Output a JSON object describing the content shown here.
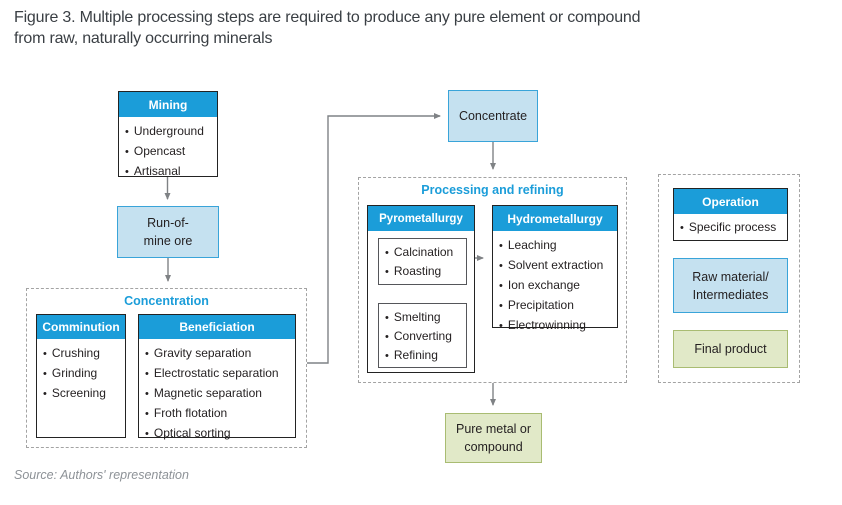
{
  "figure": {
    "title_line1": "Figure 3. Multiple processing steps are required to produce any pure element or compound",
    "title_line2": "from raw, naturally occurring minerals",
    "source": "Source: Authors' representation"
  },
  "colors": {
    "header_blue": "#1b9dd9",
    "light_blue_fill": "#c5e1f0",
    "light_blue_border": "#39a4d9",
    "green_fill": "#e1e9c8",
    "green_border": "#a9bc72",
    "box_border_dark": "#232323",
    "arrow_gray": "#7f8285",
    "dashed_border_gray": "#a3a3a3",
    "title_text": "#3a3f44",
    "body_text": "#231f20"
  },
  "mining": {
    "title": "Mining",
    "items": [
      "Underground",
      "Opencast",
      "Artisanal"
    ]
  },
  "run_of_mine": {
    "line1": "Run-of-",
    "line2": "mine ore"
  },
  "concentration": {
    "title": "Concentration",
    "comminution": {
      "title": "Comminution",
      "items": [
        "Crushing",
        "Grinding",
        "Screening"
      ]
    },
    "beneficiation": {
      "title": "Beneficiation",
      "items": [
        "Gravity separation",
        "Electrostatic separation",
        "Magnetic separation",
        "Froth flotation",
        "Optical sorting"
      ]
    }
  },
  "concentrate": {
    "label": "Concentrate"
  },
  "processing": {
    "title": "Processing and refining",
    "pyrometallurgy": {
      "title": "Pyrometallurgy",
      "stage1": [
        "Calcination",
        "Roasting"
      ],
      "stage2": [
        "Smelting",
        "Converting",
        "Refining"
      ]
    },
    "hydrometallurgy": {
      "title": "Hydrometallurgy",
      "items": [
        "Leaching",
        "Solvent extraction",
        "Ion exchange",
        "Precipitation",
        "Electrowinning"
      ]
    }
  },
  "pure_metal": {
    "line1": "Pure metal or",
    "line2": "compound"
  },
  "legend": {
    "operation": {
      "title": "Operation",
      "items": [
        "Specific process"
      ]
    },
    "raw_material": {
      "line1": "Raw material/",
      "line2": "Intermediates"
    },
    "final_product": {
      "label": "Final product"
    }
  }
}
